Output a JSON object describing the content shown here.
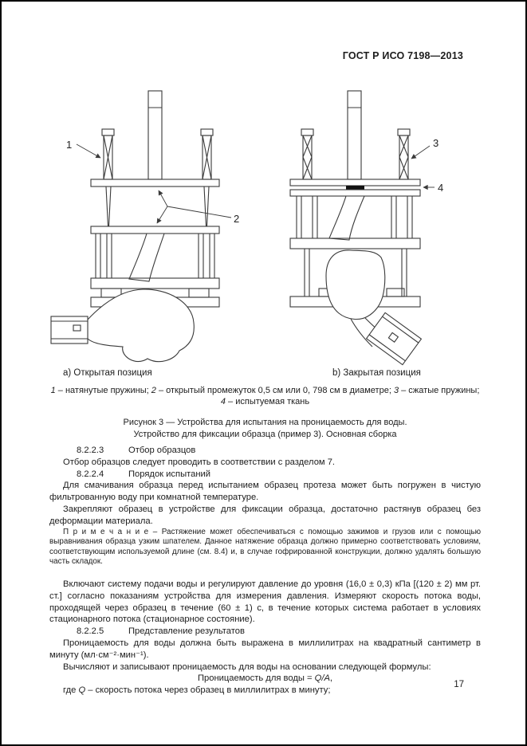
{
  "header": {
    "doc_number": "ГОСТ Р ИСО 7198—2013"
  },
  "figure": {
    "label_1": "1",
    "label_2": "2",
    "label_3": "3",
    "label_4": "4",
    "caption_a": "а) Открытая позиция",
    "caption_b": "b) Закрытая позиция",
    "legend": {
      "item1_num": "1",
      "item1_text": " – натянутые пружины; ",
      "item2_num": "2",
      "item2_text": " – открытый промежуток 0,5 см или 0, 798 см в диаметре; ",
      "item3_num": "3",
      "item3_text": " – сжатые пружины; ",
      "item4_num": "4",
      "item4_text": " – испытуемая ткань"
    },
    "caption_line1": "Рисунок 3 — Устройства для испытания на проницаемость для воды.",
    "caption_line2": "Устройство для фиксации образца (пример 3). Основная сборка"
  },
  "body": {
    "h_8223_num": "8.2.2.3",
    "h_8223_title": "Отбор образцов",
    "p_sampling": "Отбор образцов следует проводить в соответствии с разделом 7.",
    "h_8224_num": "8.2.2.4",
    "h_8224_title": "Порядок испытаний",
    "p_wetting": "Для смачивания образца перед испытанием образец протеза может быть погружен в чистую фильтрованную воду при комнатной температуре.",
    "p_fixing": "Закрепляют образец в устройстве для фиксации образца, достаточно растянув образец без деформации материала.",
    "note_label": "П р и м е ч а н и е",
    "note_text": "– Растяжение может обеспечиваться с помощью зажимов и грузов или с помощью выравнивания образца узким шпателем. Данное натяжение образца должно примерно соответствовать условиям, соответствующим используемой длине (см. 8.4) и, в случае гофрированной конструкции, должно удалять большую часть складок.",
    "p_pressure": "Включают систему подачи воды и регулируют давление до уровня (16,0 ± 0,3) кПа [(120 ± 2) мм рт. ст.] согласно показаниям устройства для измерения давления. Измеряют скорость потока воды, проходящей через образец в течение (60 ± 1) с, в течение которых система работает в условиях стационарного потока (стационарное состояние).",
    "h_8225_num": "8.2.2.5",
    "h_8225_title": "Представление результатов",
    "p_permeability": "Проницаемость для воды должна быть выражена в миллилитрах на квадратный сантиметр в минуту (мл·см⁻²·мин⁻¹).",
    "p_calc": "Вычисляют и записывают проницаемость для воды на основании следующей формулы:",
    "formula_prefix": "Проницаемость для воды = ",
    "formula_var": "Q/A",
    "formula_suffix": ",",
    "where_prefix": "где ",
    "where_var": "Q",
    "where_text": " – скорость потока через образец в миллилитрах в минуту;"
  },
  "footer": {
    "page_number": "17"
  }
}
